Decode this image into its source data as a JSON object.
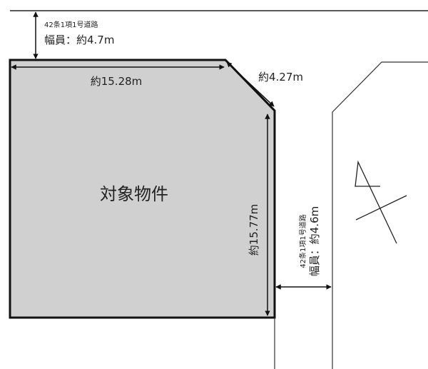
{
  "property_label": "対象物件",
  "north_road": {
    "type": "42条1項1号道路",
    "width": "幅員：約4.7m"
  },
  "east_road": {
    "type": "42条1項1号道路",
    "width": "幅員：約4.6m"
  },
  "dimensions": {
    "north_side": "約15.28m",
    "corner_cut": "約4.27m",
    "east_side": "約15.77m"
  },
  "colors": {
    "lot_fill": "#d0d0d0",
    "line": "#111111"
  }
}
